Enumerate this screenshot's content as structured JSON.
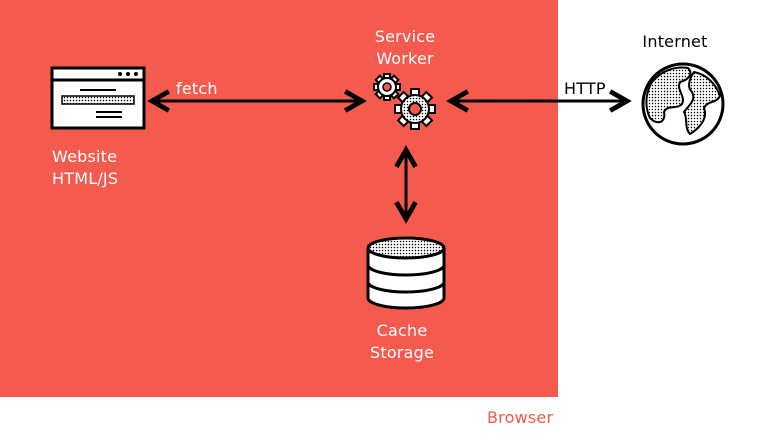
{
  "diagram": {
    "container_label": "Browser",
    "nodes": {
      "website": {
        "line1": "Website",
        "line2": "HTML/JS",
        "icon": "browser-window-icon"
      },
      "service_worker": {
        "line1": "Service",
        "line2": "Worker",
        "icon": "gears-icon"
      },
      "cache_storage": {
        "line1": "Cache",
        "line2": "Storage",
        "icon": "database-icon"
      },
      "internet": {
        "label": "Internet",
        "icon": "globe-icon"
      }
    },
    "edges": {
      "fetch": "fetch",
      "http": "HTTP"
    },
    "colors": {
      "browser_fill": "#f55a4e",
      "text_on_red": "#ffffff",
      "ink": "#000000"
    }
  }
}
